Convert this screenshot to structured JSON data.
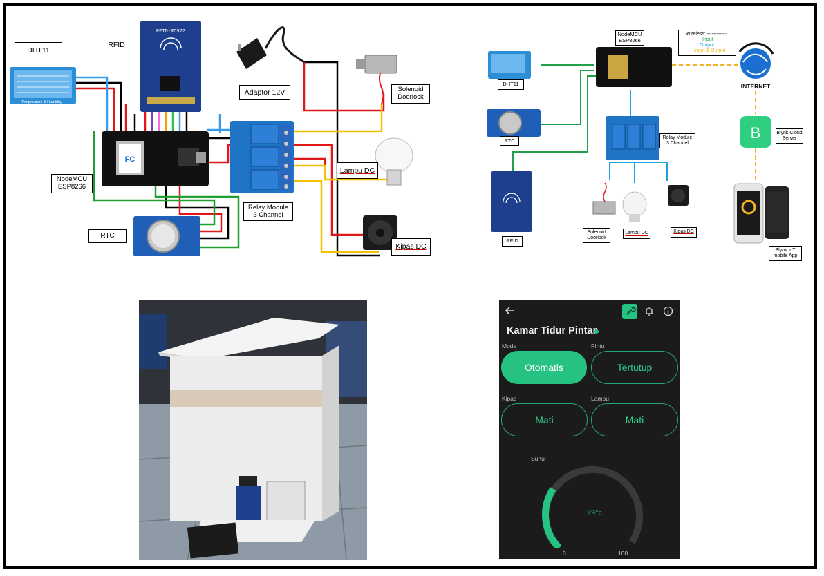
{
  "wiring": {
    "dht11": "DHT11",
    "rfid": "RFID",
    "adaptor": "Adaptor 12V",
    "solenoid": [
      "Solenoid",
      "Doorlock"
    ],
    "lampu": "Lampu DC",
    "nodemcu": [
      "NodeMCU",
      "ESP8266"
    ],
    "relay": [
      "Relay Module",
      "3 Channel"
    ],
    "rtc": "RTC",
    "kipas": "Kipas DC",
    "dht_board_caption": "Temperature & Humidity",
    "rfid_board_caption": "RFID-RC522"
  },
  "block": {
    "nodemcu": [
      "NodeMCU",
      "ESP8266"
    ],
    "dht11": "DHT11",
    "rtc": "RTC",
    "rfid": "RFID",
    "relay": [
      "Relay Module",
      "3 Channel"
    ],
    "wireless_title": "Wireless: ------------",
    "wireless_input": "Input",
    "wireless_output": "Output",
    "wireless_io": "Input & Output",
    "internet": "INTERNET",
    "blynk_server": [
      "Blynk Cloud",
      "Server"
    ],
    "blynk_app": [
      "Blynk IoT",
      "mobile App"
    ],
    "solenoid": [
      "Solenoid",
      "Doorlock"
    ],
    "lampu": "Lampu DC",
    "kipas": "Kipas DC",
    "blynk_logo": "B",
    "colors": {
      "input": "#21a04a",
      "output": "#1a9fe0",
      "io": "#f2b521"
    }
  },
  "app": {
    "title": "Kamar Tidur Pintar",
    "mode_label": "Mode",
    "mode_value": "Otomatis",
    "pintu_label": "Pintu",
    "pintu_value": "Tertutup",
    "kipas_label": "Kipas",
    "kipas_value": "Mati",
    "lampu_label": "Lampu",
    "lampu_value": "Mati",
    "suhu_label": "Suhu",
    "gauge_value": "29°c",
    "gauge_min": "0",
    "gauge_max": "100",
    "gauge_level": 29,
    "accent": "#26c281"
  }
}
